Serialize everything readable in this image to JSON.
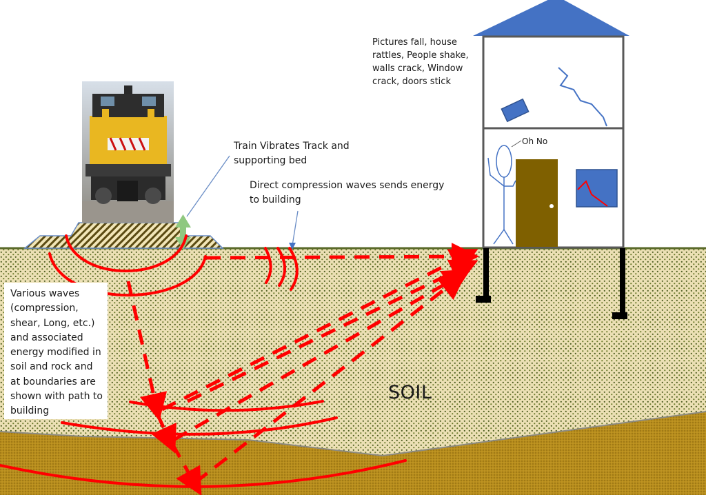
{
  "labels": {
    "house_effects": "Pictures fall, house rattles, People shake, walls crack, Window crack, doors stick",
    "train_vibrates": "Train Vibrates Track and supporting bed",
    "direct_compression": "Direct compression waves sends energy to building",
    "various_waves": "Various waves (compression, shear, Long, etc.) and associated energy modified in soil and rock and at boundaries are shown with path to building",
    "person_speech": "Oh No",
    "soil": "SOIL"
  },
  "colors": {
    "wave_red": "#ff0000",
    "soil_light": "#ece0b5",
    "soil_dot": "#4a5a1e",
    "rock": "#b88d1c",
    "roof_blue": "#4472c4",
    "door_brown": "#7f6000",
    "house_line": "#595959",
    "vibration_arrow": "#8fc880",
    "pointer_line": "#6a8dc6"
  },
  "icons": [
    "train-photo",
    "house-icon",
    "stick-figure-icon",
    "picture-frame-icon",
    "wall-crack-icon"
  ]
}
